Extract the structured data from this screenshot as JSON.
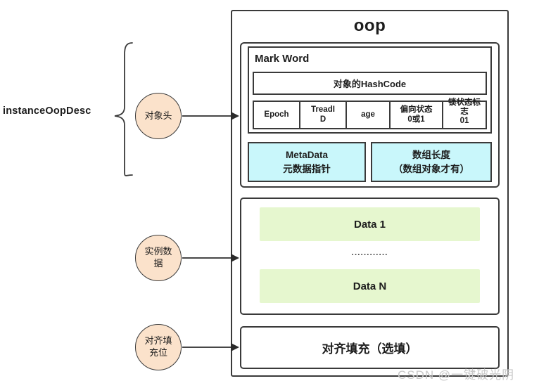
{
  "diagram": {
    "title": "oop",
    "left_label": "instanceOopDesc",
    "watermark": "CSDN @一键破光阴"
  },
  "circles": [
    {
      "name": "object-header",
      "line1": "对象头",
      "line2": ""
    },
    {
      "name": "instance-data",
      "line1": "实例数",
      "line2": "据"
    },
    {
      "name": "padding",
      "line1": "对齐填",
      "line2": "充位"
    }
  ],
  "header_section": {
    "mark_word_label": "Mark Word",
    "hashcode": "对象的HashCode",
    "bits": [
      {
        "label": "Epoch"
      },
      {
        "label": "TreadI\nD"
      },
      {
        "label": "age"
      },
      {
        "label": "偏向状态\n0或1"
      },
      {
        "label": "锁状态标\n志\n01"
      }
    ],
    "metadata": {
      "line1": "MetaData",
      "line2": "元数据指针"
    },
    "array_length": {
      "line1": "数组长度",
      "line2": "（数组对象才有）"
    }
  },
  "data_section": {
    "first": "Data 1",
    "dots": "............",
    "last": "Data N"
  },
  "padding_section": {
    "label": "对齐填充（选填）"
  },
  "colors": {
    "stroke": "#3a3a3a",
    "circle_fill": "#fbe2cb",
    "blue_fill": "#c9f7fb",
    "green_fill": "#e6f7cf",
    "watermark": "#c9c9c9"
  }
}
